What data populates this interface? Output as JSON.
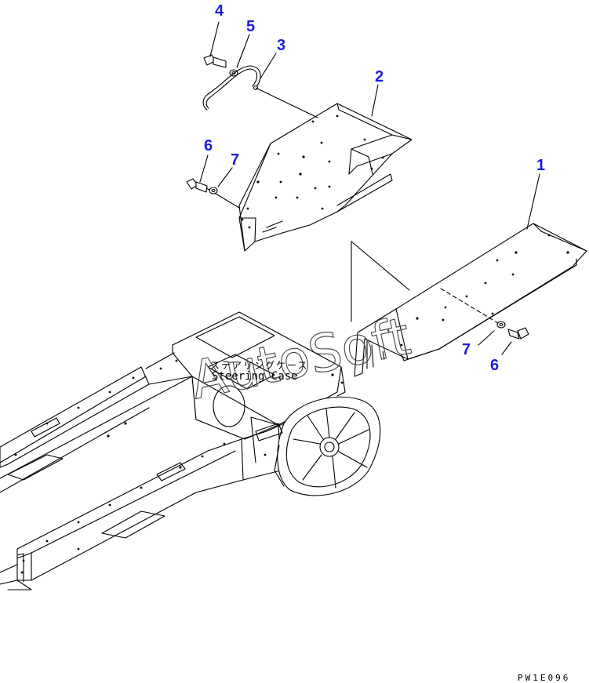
{
  "diagram": {
    "drawing_code": "PW1E096",
    "watermark": "AutoSoft",
    "steering_label_jp": "ステアリングケース",
    "steering_label_en": "Steering Case",
    "callouts": [
      {
        "id": "c4",
        "text": "4"
      },
      {
        "id": "c5",
        "text": "5"
      },
      {
        "id": "c3",
        "text": "3"
      },
      {
        "id": "c2",
        "text": "2"
      },
      {
        "id": "c6a",
        "text": "6"
      },
      {
        "id": "c7a",
        "text": "7"
      },
      {
        "id": "c1",
        "text": "1"
      },
      {
        "id": "c7b",
        "text": "7"
      },
      {
        "id": "c6b",
        "text": "6"
      }
    ]
  },
  "colors": {
    "callout": "#1a1ae0",
    "line": "#000000",
    "background": "#ffffff"
  },
  "icons": [
    "bolt-icon",
    "washer-icon",
    "hook-icon"
  ]
}
